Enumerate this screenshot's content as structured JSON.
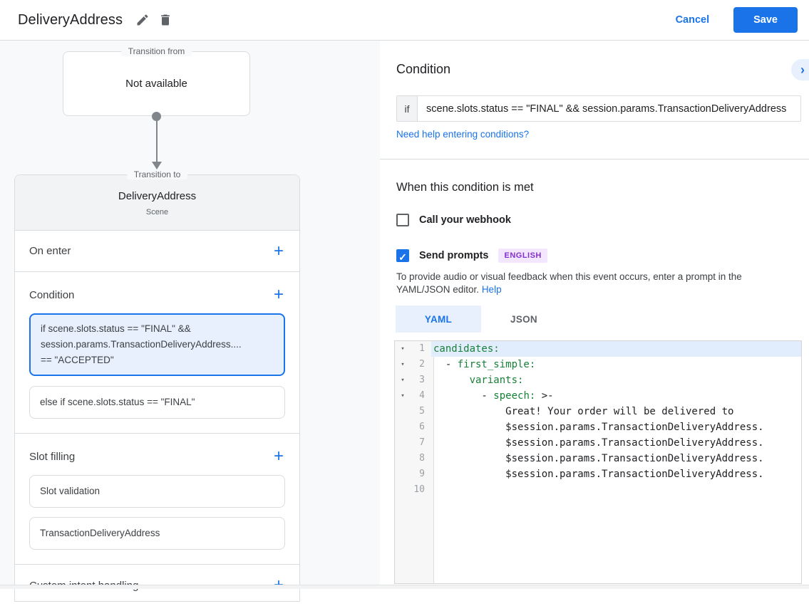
{
  "topbar": {
    "title": "DeliveryAddress",
    "cancel_label": "Cancel",
    "save_label": "Save"
  },
  "graph": {
    "transition_from_label": "Transition from",
    "transition_from_content": "Not available",
    "transition_to_label": "Transition to",
    "scene_name": "DeliveryAddress",
    "scene_type": "Scene",
    "on_enter_label": "On enter",
    "condition_label": "Condition",
    "condition_cards": [
      {
        "text": "if scene.slots.status == \"FINAL\" &&\nsession.params.TransactionDeliveryAddress....\n== \"ACCEPTED\"",
        "selected": true
      },
      {
        "text": "else if scene.slots.status == \"FINAL\"",
        "selected": false
      }
    ],
    "slot_filling_label": "Slot filling",
    "slot_cards": [
      {
        "text": "Slot validation"
      },
      {
        "text": "TransactionDeliveryAddress"
      }
    ],
    "custom_intent_label": "Custom intent handling"
  },
  "condition_panel": {
    "heading": "Condition",
    "if_label": "if",
    "if_value": "scene.slots.status == \"FINAL\" && session.params.TransactionDeliveryAddress",
    "help_link": "Need help entering conditions?",
    "when_heading": "When this condition is met",
    "webhook_label": "Call your webhook",
    "webhook_checked": false,
    "send_prompts_label": "Send prompts",
    "send_prompts_checked": true,
    "language_badge": "ENGLISH",
    "check_glyph": "✓",
    "hint_text": "To provide audio or visual feedback when this event occurs, enter a prompt in the YAML/JSON editor.",
    "hint_link": "Help"
  },
  "editor": {
    "tabs": [
      {
        "label": "YAML",
        "active": true
      },
      {
        "label": "JSON",
        "active": false
      }
    ],
    "fold_glyph": "▾",
    "lines": [
      {
        "n": "1",
        "fold": true,
        "highlight": true,
        "segs": [
          [
            "key",
            "candidates:"
          ]
        ]
      },
      {
        "n": "2",
        "fold": true,
        "segs": [
          [
            "plain",
            "  - "
          ],
          [
            "key",
            "first_simple:"
          ]
        ]
      },
      {
        "n": "3",
        "fold": true,
        "segs": [
          [
            "plain",
            "      "
          ],
          [
            "key",
            "variants:"
          ]
        ]
      },
      {
        "n": "4",
        "fold": true,
        "segs": [
          [
            "plain",
            "        - "
          ],
          [
            "key",
            "speech:"
          ],
          [
            "plain",
            " >-"
          ]
        ]
      },
      {
        "n": "5",
        "segs": [
          [
            "plain",
            "            Great! Your order will be delivered to"
          ]
        ]
      },
      {
        "n": "6",
        "segs": [
          [
            "plain",
            "            $session.params.TransactionDeliveryAddress."
          ]
        ]
      },
      {
        "n": "7",
        "segs": [
          [
            "plain",
            "            $session.params.TransactionDeliveryAddress."
          ]
        ]
      },
      {
        "n": "8",
        "segs": [
          [
            "plain",
            "            $session.params.TransactionDeliveryAddress."
          ]
        ]
      },
      {
        "n": "9",
        "segs": [
          [
            "plain",
            "            $session.params.TransactionDeliveryAddress."
          ]
        ]
      },
      {
        "n": "10",
        "segs": []
      }
    ]
  },
  "colors": {
    "accent": "#1a73e8",
    "yaml_key_green": "#188038",
    "badge_purple": "#8430ce",
    "selected_card_bg": "#e8f0fe"
  }
}
